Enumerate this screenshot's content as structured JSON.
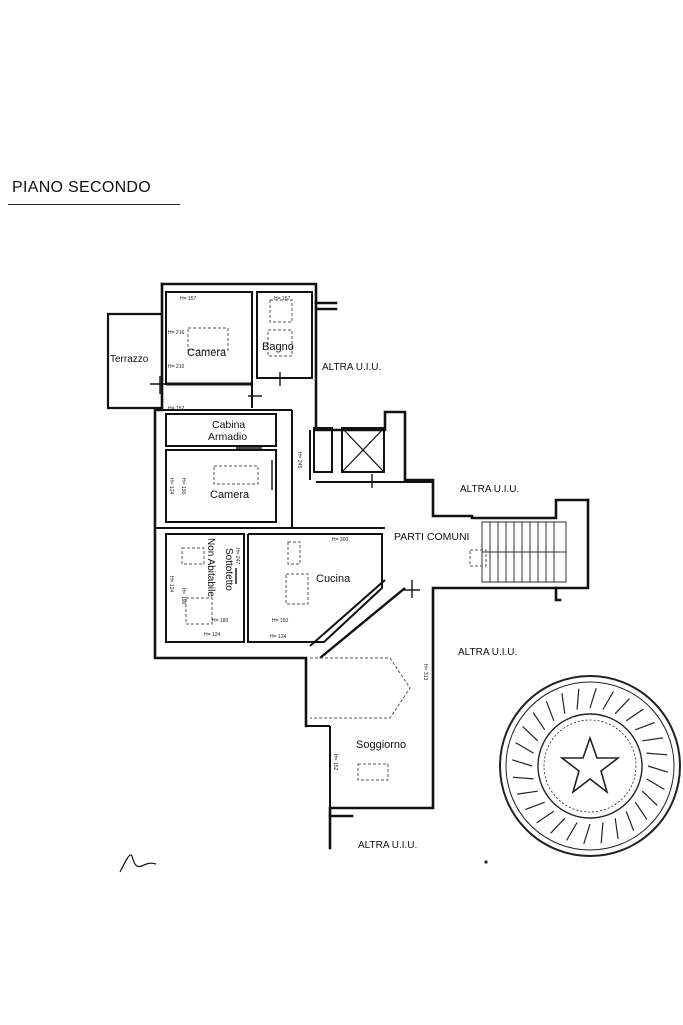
{
  "title": "PIANO SECONDO",
  "rooms": {
    "terrazzo": "Terrazzo",
    "camera_1": "Camera",
    "bagno": "Bagno",
    "cabina_1": "Cabina",
    "cabina_2": "Armadio",
    "camera_2": "Camera",
    "sottotetto_1": "Sottotetto",
    "sottotetto_2": "Non Abitabile",
    "cucina": "Cucina",
    "parti_comuni": "PARTI COMUNI",
    "soggiorno": "Soggiorno"
  },
  "neighbors": [
    "ALTRA U.I.U.",
    "ALTRA U.I.U.",
    "ALTRA U.I.U.",
    "ALTRA U.I.U."
  ],
  "heights": {
    "h157a": "H= 157",
    "h157b": "H= 157",
    "h216": "H= 216",
    "h210": "H= 210",
    "h152a": "H= 152",
    "h124a": "H= 124",
    "h190a": "H= 190",
    "h245": "H= 245",
    "h247": "H= 247",
    "h300": "H= 300",
    "h124b": "H= 124",
    "h190b": "H= 190",
    "h180": "H= 180",
    "h150": "H= 150",
    "h124c": "H= 124",
    "h124d": "H= 124",
    "h313": "H= 313",
    "h152b": "H= 152"
  },
  "colors": {
    "ink": "#111111",
    "thin": "#333333",
    "dash": "#555555",
    "stamp": "#222222"
  }
}
